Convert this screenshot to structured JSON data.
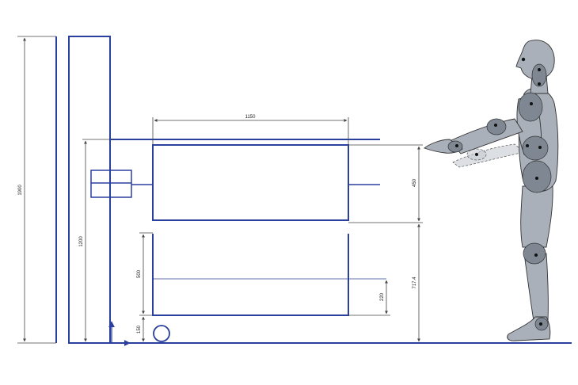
{
  "dimensions": {
    "overall_height": "1900",
    "working_height": "1200",
    "unit_width": "1150",
    "upper_box_height": "450",
    "lower_height": "717.4",
    "lower_box_height": "500",
    "inner_height": "220",
    "base_height": "150"
  },
  "colors": {
    "machine_line": "#2a3f9e",
    "dimension_line": "#444444",
    "figure_fill": "#a9b0ba",
    "joint_fill": "#7f8792"
  }
}
